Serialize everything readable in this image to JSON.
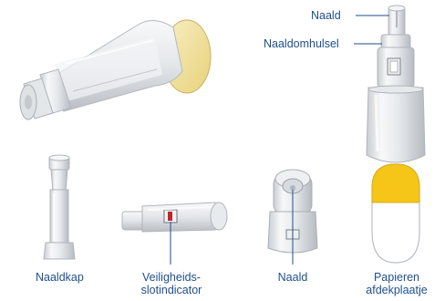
{
  "labels": {
    "naald_top": "Naald",
    "naaldomhulsel": "Naaldomhulsel",
    "naaldkap": "Naaldkap",
    "veiligheids_line1": "Veiligheids-",
    "veiligheids_line2": "slotindicator",
    "naald_bottom": "Naald",
    "papieren_line1": "Papieren",
    "papieren_line2": "afdekplaatje"
  },
  "colors": {
    "label_text": "#1f4e8c",
    "leader_line": "#1f4e8c",
    "paper_seal": "#f5c518",
    "paper_seal_light": "#f3e3a6",
    "safety_indicator": "#c0272d",
    "plastic_body": "#eef0f2",
    "plastic_outline": "#b9bec4"
  }
}
